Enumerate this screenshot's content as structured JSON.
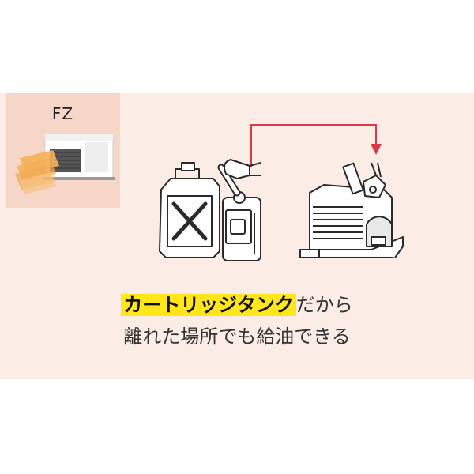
{
  "badge": {
    "label": "FZ"
  },
  "caption": {
    "highlight": "カートリッジタンク",
    "line1_rest": "だから",
    "line2": "離れた場所でも給油できる"
  },
  "colors": {
    "banner_bg": "#fbece5",
    "badge_bg": "#f6d6c6",
    "highlight": "#ffe61a",
    "arrow": "#d93a48"
  },
  "icons": [
    "fan-heater-icon",
    "jerry-can-icon",
    "cartridge-tank-icon",
    "arrow-icon",
    "hand-icon"
  ]
}
